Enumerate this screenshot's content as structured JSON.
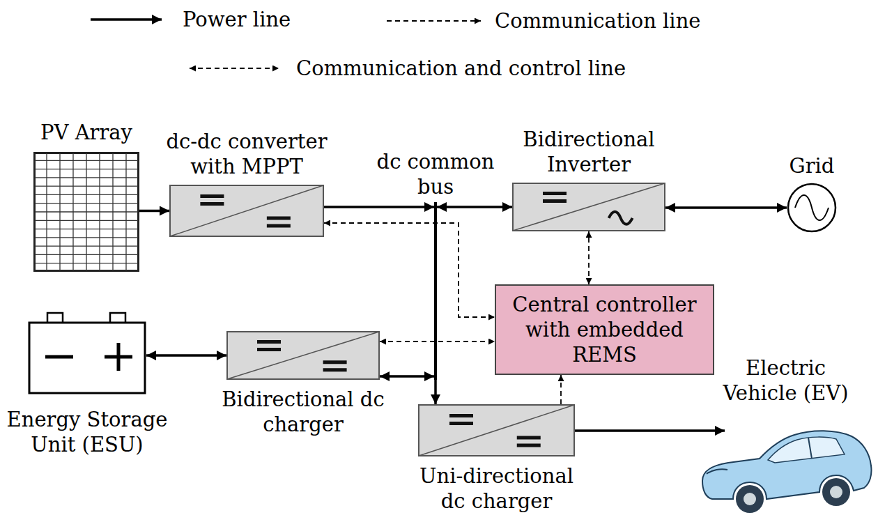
{
  "diagram": {
    "nodes": [
      {
        "text": [
          "PV Array"
        ]
      },
      {
        "text": [
          "dc-dc converter with MPPT"
        ]
      },
      {
        "text": [
          "dc common bus"
        ]
      },
      {
        "text": [
          "Bidirectional Inverter"
        ]
      },
      {
        "text": [
          "Grid"
        ]
      },
      {
        "text": [
          "Central controller with embedded REMS"
        ]
      },
      {
        "text": [
          "Energy Storage Unit (ESU)"
        ]
      },
      {
        "text": [
          "Bidirectional dc charger"
        ]
      },
      {
        "text": [
          "Uni-directional dc charger"
        ]
      },
      {
        "text": [
          "Electric Vehicle (EV)"
        ]
      }
    ],
    "edges": [
      {
        "from": 0,
        "to": 1,
        "arrow": "to"
      },
      {
        "from": 1,
        "to": 2,
        "arrow": "to"
      },
      {
        "from": 2,
        "to": 3,
        "arrow": "both"
      },
      {
        "from": 3,
        "to": 4,
        "arrow": "both"
      },
      {
        "from": 6,
        "to": 7,
        "arrow": "both"
      },
      {
        "from": 7,
        "to": 2,
        "arrow": "both"
      },
      {
        "from": 2,
        "to": 8,
        "arrow": "to"
      },
      {
        "from": 8,
        "to": 9,
        "arrow": "to"
      },
      {
        "from": 1,
        "to": 5,
        "arrow": "both"
      },
      {
        "from": 5,
        "to": 3,
        "arrow": "both"
      },
      {
        "from": 7,
        "to": 5,
        "arrow": "both"
      },
      {
        "from": 8,
        "to": 5,
        "arrow": "to"
      }
    ],
    "legend": [
      {
        "text": "Power line"
      },
      {
        "text": "Communication line"
      },
      {
        "text": "Communication and control line"
      }
    ]
  }
}
